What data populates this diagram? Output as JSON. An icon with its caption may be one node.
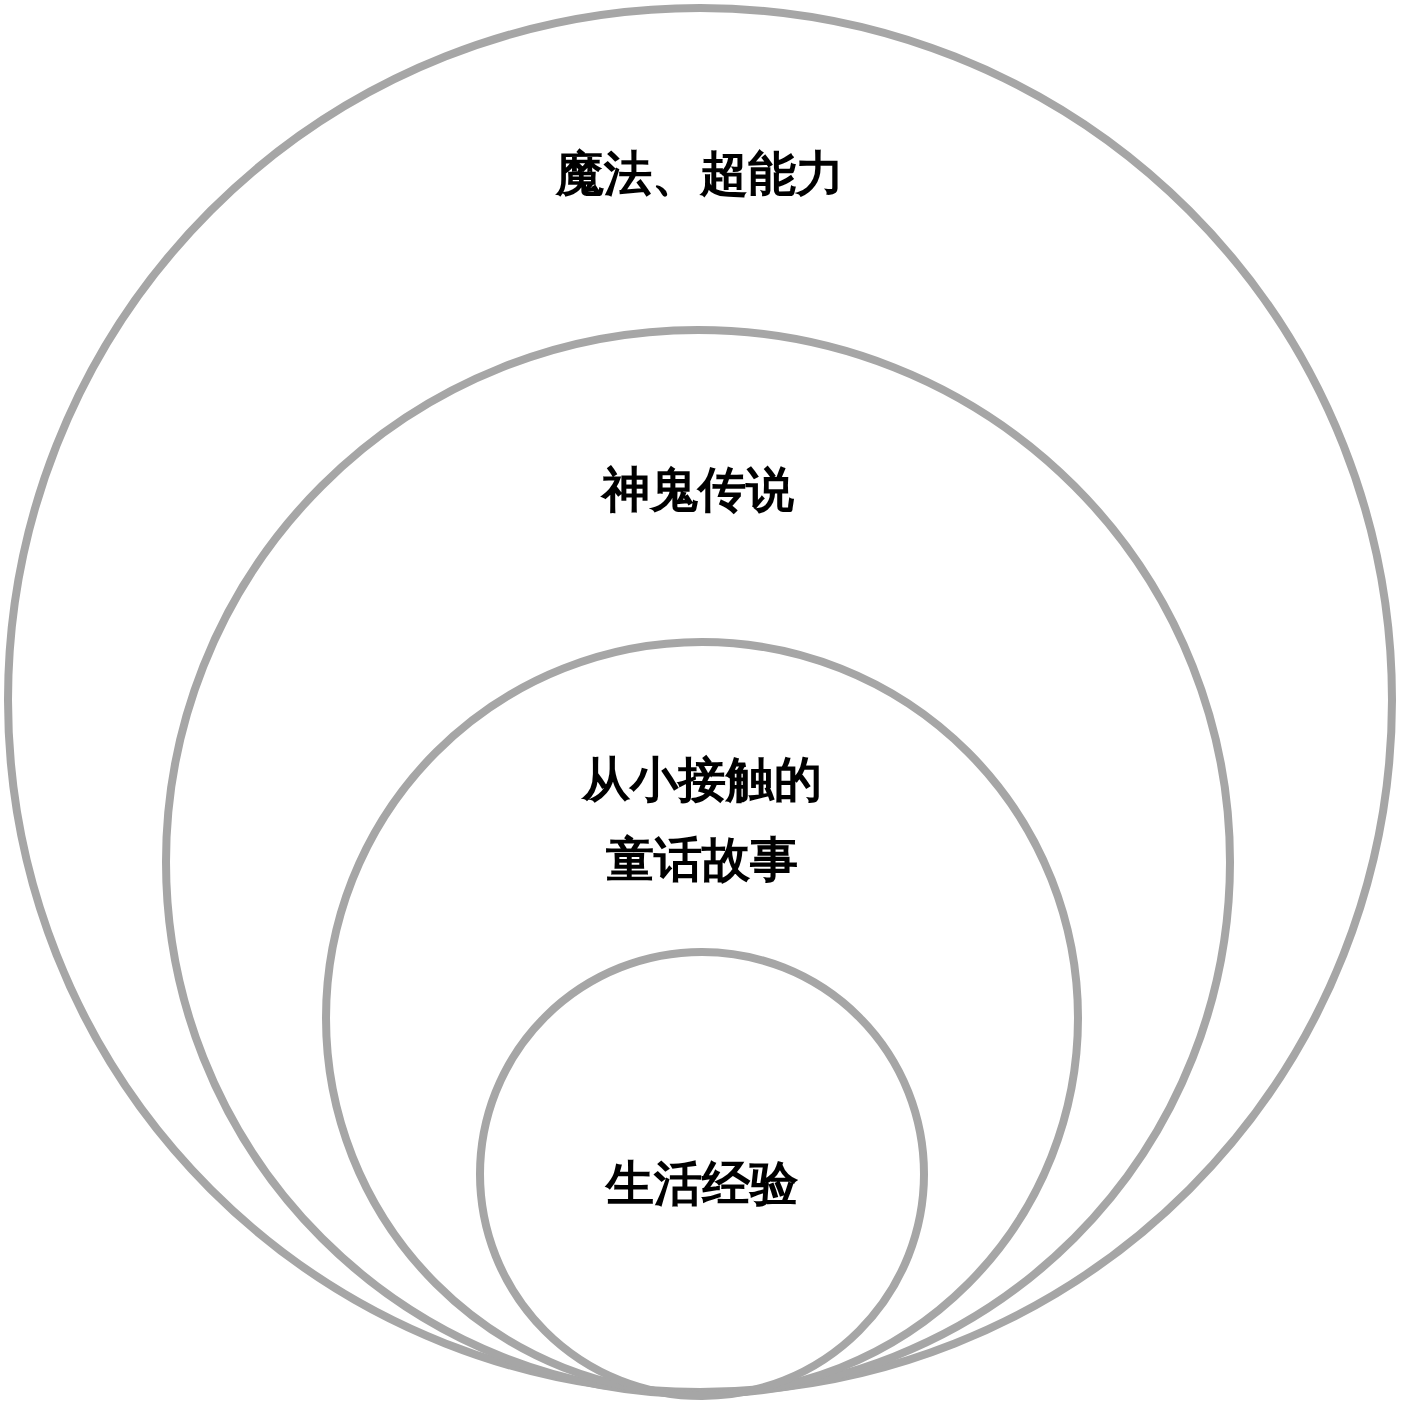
{
  "diagram": {
    "nodes": [
      {
        "text": [
          "魔法、超能力"
        ]
      },
      {
        "text": [
          "神鬼传说"
        ],
        "in": 0
      },
      {
        "text": [
          "从小接触的童话故事"
        ],
        "in": 1
      },
      {
        "text": [
          "生活经验"
        ],
        "in": 2
      }
    ]
  }
}
